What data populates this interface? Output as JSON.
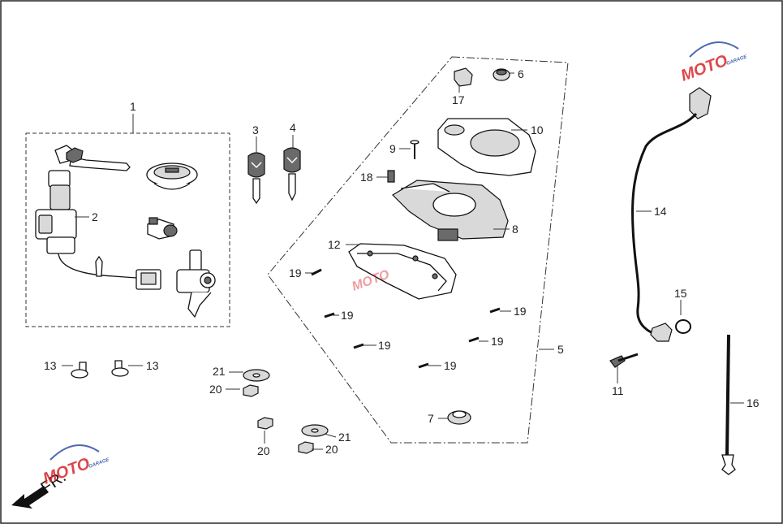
{
  "diagram": {
    "callouts": [
      {
        "id": "c1",
        "text": "1"
      },
      {
        "id": "c2",
        "text": "2"
      },
      {
        "id": "c3",
        "text": "3"
      },
      {
        "id": "c4",
        "text": "4"
      },
      {
        "id": "c5",
        "text": "5"
      },
      {
        "id": "c6",
        "text": "6"
      },
      {
        "id": "c7",
        "text": "7"
      },
      {
        "id": "c8",
        "text": "8"
      },
      {
        "id": "c9",
        "text": "9"
      },
      {
        "id": "c10",
        "text": "10"
      },
      {
        "id": "c11",
        "text": "11"
      },
      {
        "id": "c12",
        "text": "12"
      },
      {
        "id": "c13a",
        "text": "13"
      },
      {
        "id": "c13b",
        "text": "13"
      },
      {
        "id": "c14",
        "text": "14"
      },
      {
        "id": "c15",
        "text": "15"
      },
      {
        "id": "c16",
        "text": "16"
      },
      {
        "id": "c17",
        "text": "17"
      },
      {
        "id": "c18",
        "text": "18"
      },
      {
        "id": "c19a",
        "text": "19"
      },
      {
        "id": "c19b",
        "text": "19"
      },
      {
        "id": "c19c",
        "text": "19"
      },
      {
        "id": "c19d",
        "text": "19"
      },
      {
        "id": "c19e",
        "text": "19"
      },
      {
        "id": "c19f",
        "text": "19"
      },
      {
        "id": "c20a",
        "text": "20"
      },
      {
        "id": "c20b",
        "text": "20"
      },
      {
        "id": "c20c",
        "text": "20"
      },
      {
        "id": "c21a",
        "text": "21"
      },
      {
        "id": "c21b",
        "text": "21"
      }
    ],
    "direction_label": "FR.",
    "watermark": {
      "text": "MOTO",
      "subtext": "GARAGE"
    },
    "colors": {
      "line": "#111111",
      "watermark_red": "#d9262c",
      "watermark_blue": "#2b4fa2",
      "frame": "#222222"
    }
  }
}
